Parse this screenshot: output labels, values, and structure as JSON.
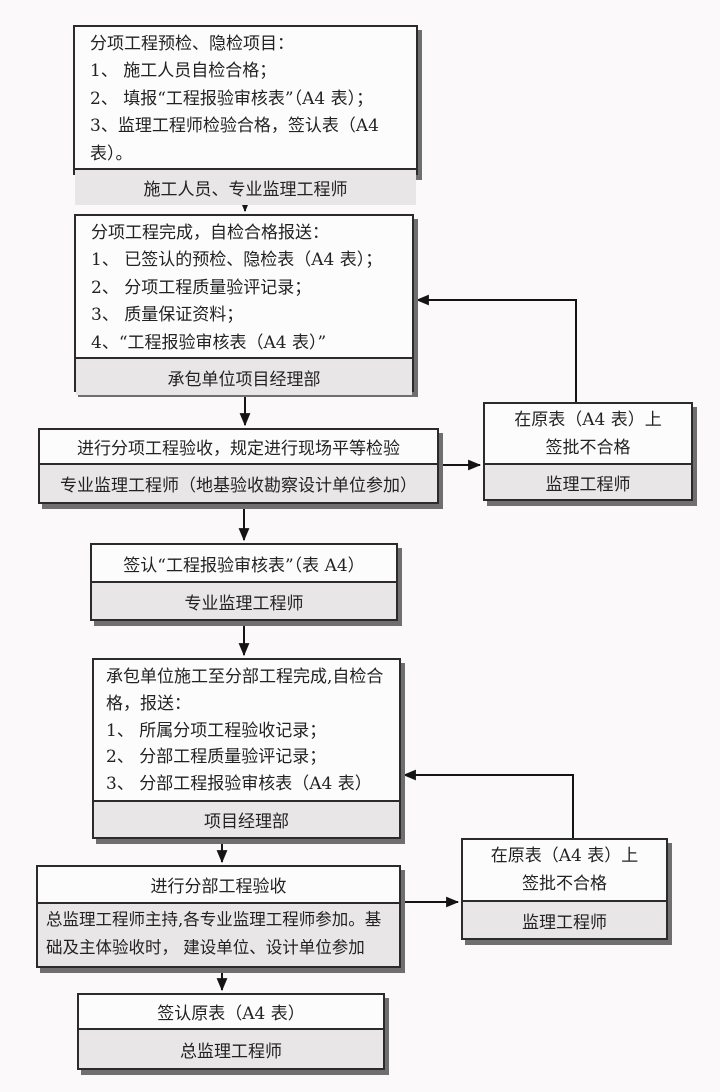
{
  "flowchart": {
    "boxes": {
      "pre_inspection": {
        "lines": [
          "分项工程预检、隐检项目：",
          "1、 施工人员自检合格；",
          "2、 填报“工程报验审核表”（A4 表）；",
          "3、监理工程师检验合格，签认表（A4 表）。"
        ],
        "footer": "施工人员、专业监理工程师"
      },
      "subitem_complete": {
        "lines": [
          "分项工程完成，自检合格报送：",
          "1、 已签认的预检、隐检表（A4 表）；",
          "2、 分项工程质量验评记录；",
          "3、 质量保证资料；",
          "4、“工程报验审核表（A4 表）”"
        ],
        "footer": "承包单位项目经理部"
      },
      "subitem_acceptance": {
        "title": "进行分项工程验收，规定进行现场平等检验",
        "footer": "专业监理工程师（地基验收勘察设计单位参加）"
      },
      "reject_subitem": {
        "lines": [
          "在原表（A4 表）上",
          "签批不合格"
        ],
        "footer": "监理工程师"
      },
      "sign_review_form": {
        "title": "签认“工程报验审核表”（表 A4）",
        "footer": "专业监理工程师"
      },
      "division_complete": {
        "lines": [
          "承包单位施工至分部工程完成,自检合格，报送：",
          "1、 所属分项工程验收记录；",
          "2、 分部工程质量验评记录；",
          "3、 分部工程报验审核表（A4 表）"
        ],
        "footer": "项目经理部"
      },
      "division_acceptance": {
        "title": "进行分部工程验收",
        "footer": "总监理工程师主持,各专业监理工程师参加。基础及主体验收时， 建设单位、设计单位参加"
      },
      "reject_division": {
        "lines": [
          "在原表（A4 表）上",
          "签批不合格"
        ],
        "footer": "监理工程师"
      },
      "sign_original": {
        "title": "签认原表（A4 表）",
        "footer": "总监理工程师"
      }
    },
    "colors": {
      "border": "#2b2b2b",
      "footer_fill": "#e8e6e6",
      "box_fill": "#fdfcfc",
      "background": "#fbf9f9",
      "connector": "#141414",
      "shadow": "#6f6f6f"
    }
  }
}
